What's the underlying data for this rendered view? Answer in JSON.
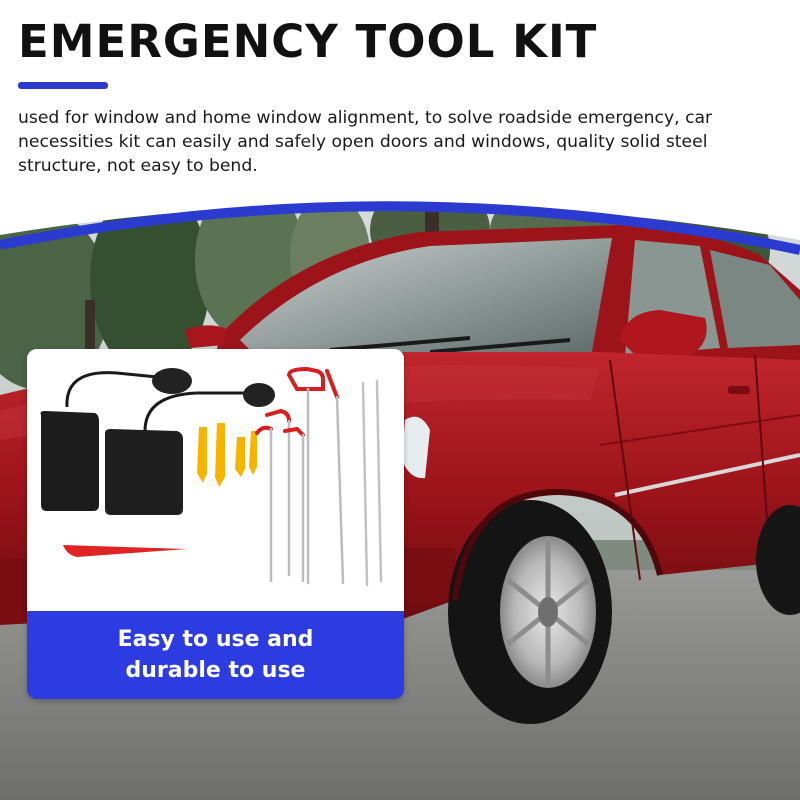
{
  "header": {
    "title": "EMERGENCY TOOL KIT",
    "description": "used for window and home window alignment, to solve roadside emergency, car necessities kit can easily and safely open doors and windows, quality solid steel structure, not easy to bend."
  },
  "card": {
    "caption_line1": "Easy to use and",
    "caption_line2": "durable to use"
  },
  "colors": {
    "accent": "#2b3bd0",
    "car": "#a3151c",
    "tool_yellow": "#f5b400",
    "tool_red": "#e02424"
  }
}
